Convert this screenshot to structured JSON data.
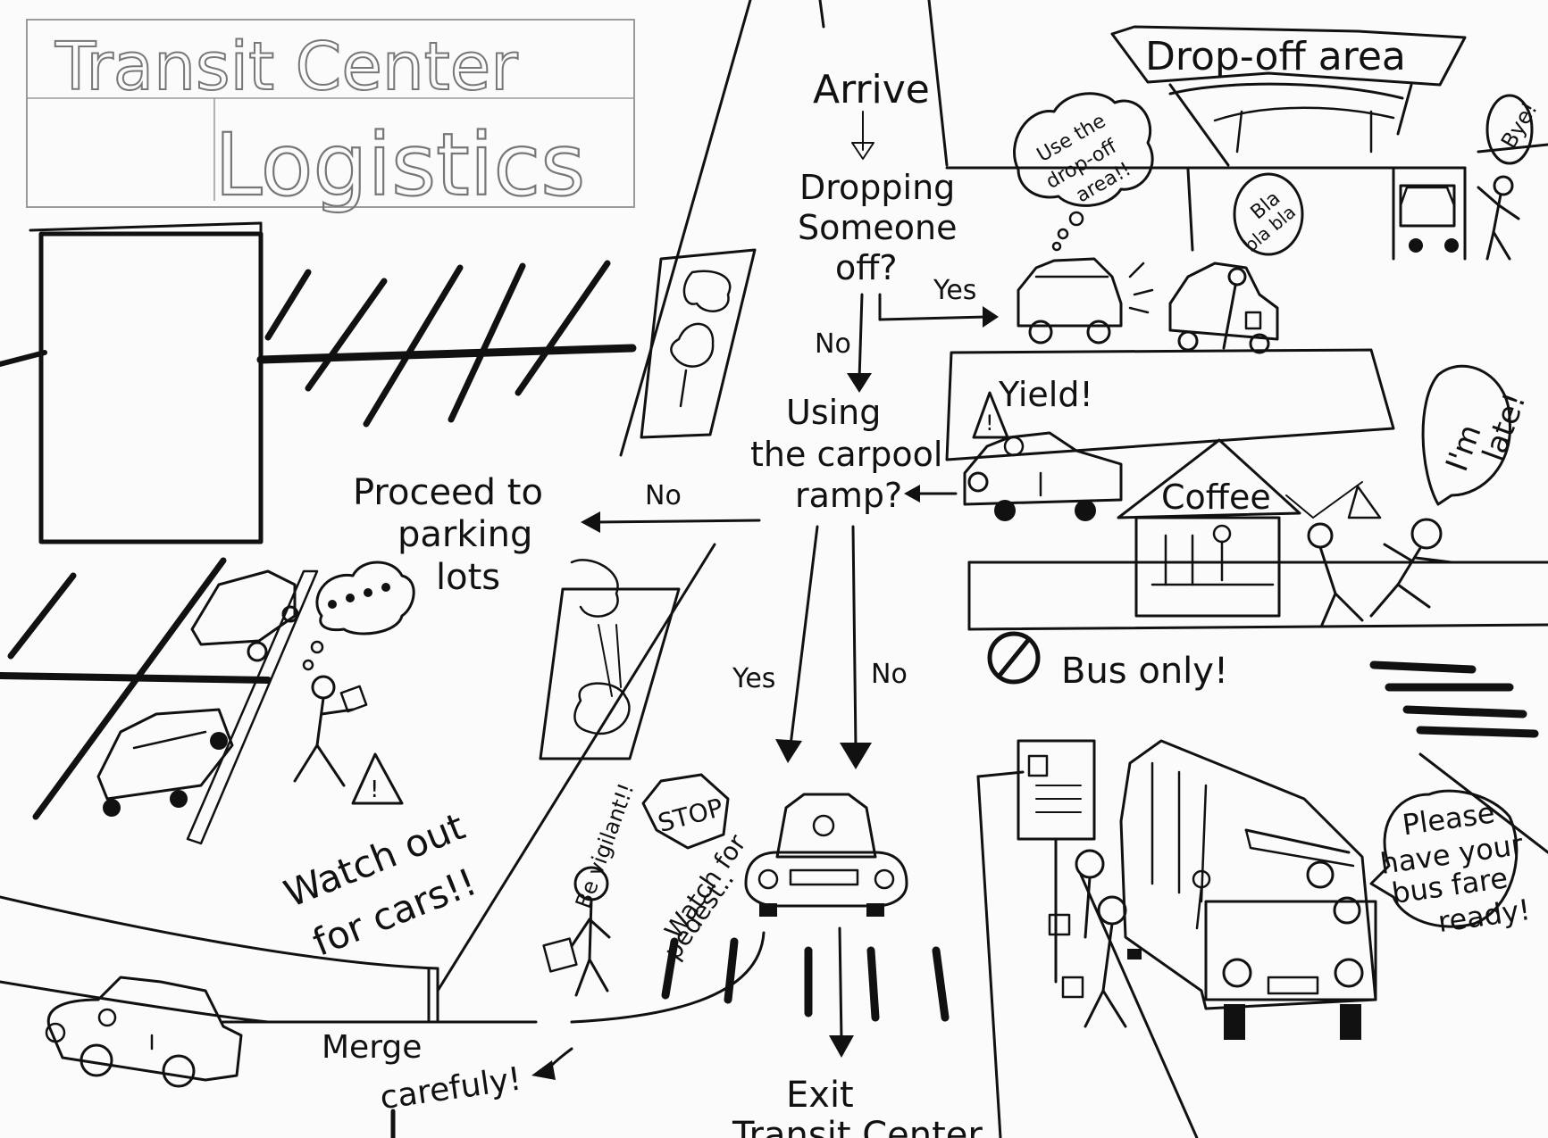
{
  "title": {
    "line1": "Transit Center",
    "line2": "Logistics"
  },
  "flow": {
    "arrive": "Arrive",
    "q1_line1": "Dropping",
    "q1_line2": "Someone",
    "q1_line3": "off?",
    "q1_yes": "Yes",
    "q1_no": "No",
    "q2_line1": "Using",
    "q2_line2": "the carpool",
    "q2_line3": "ramp?",
    "q2_no_left": "No",
    "q2_yes": "Yes",
    "q2_no_down": "No",
    "parking_line1": "Proceed to",
    "parking_line2": "parking",
    "parking_line3": "lots",
    "exit_line1": "Exit",
    "exit_line2": "Transit Center"
  },
  "signs": {
    "dropoff": "Drop-off area",
    "yield": "Yield!",
    "coffee": "Coffee",
    "bus_only": "Bus only!",
    "stop": "STOP"
  },
  "notes": {
    "watch_out_1": "Watch out",
    "watch_out_2": "for cars!!",
    "be_vigilant": "Be vigilant!!",
    "watch_ped_1": "Watch for",
    "watch_ped_2": "pedest..",
    "merge_1": "Merge",
    "merge_2": "carefuly!"
  },
  "bubbles": {
    "use_dropoff_1": "Use the",
    "use_dropoff_2": "drop-off",
    "use_dropoff_3": "area!!",
    "blabla_1": "Bla",
    "blabla_2": "bla bla",
    "bye": "Bye!",
    "late_1": "I'm",
    "late_2": "late!",
    "fare_1": "Please",
    "fare_2": "have your",
    "fare_3": "bus fare",
    "fare_4": "ready!"
  }
}
